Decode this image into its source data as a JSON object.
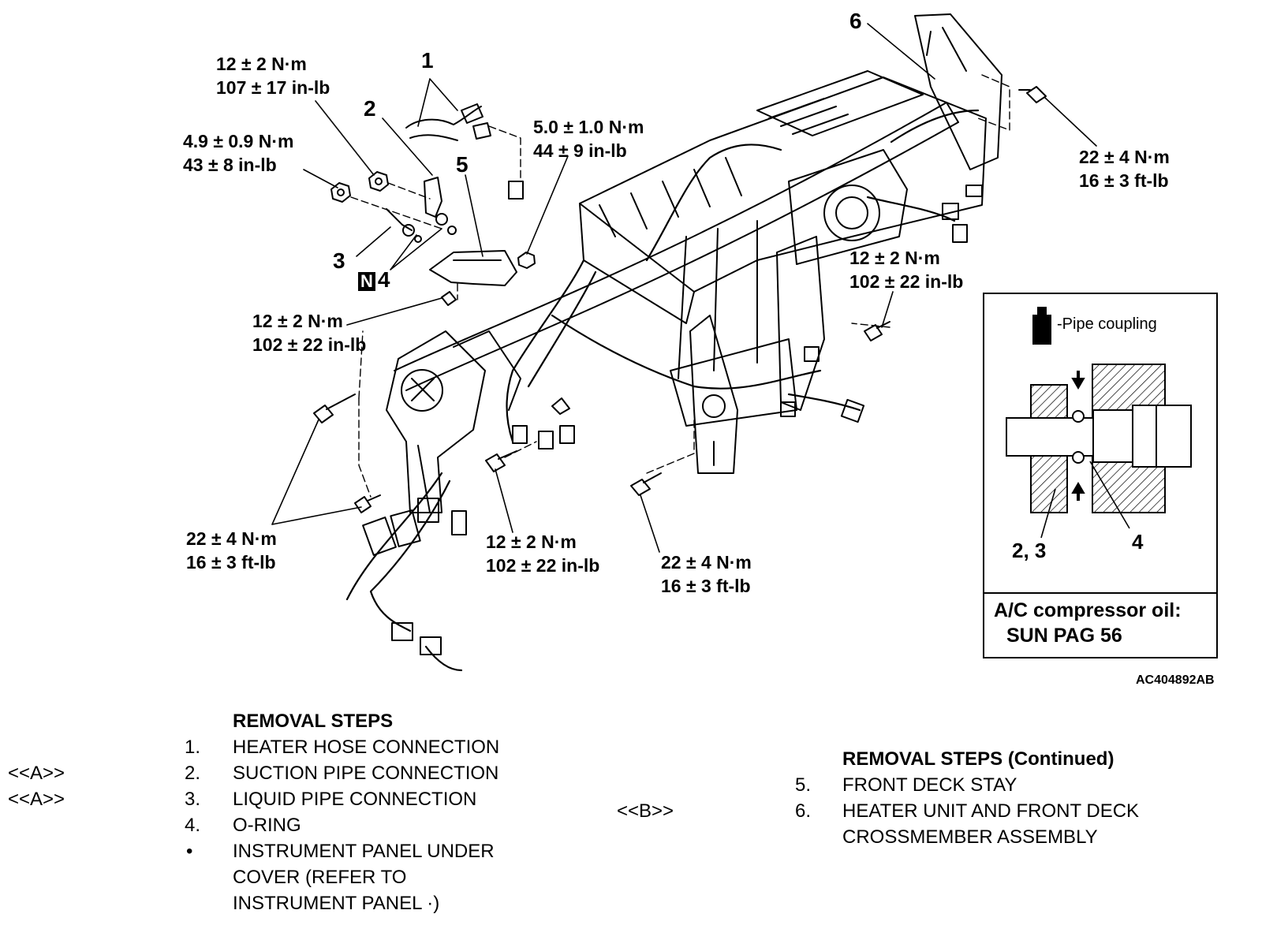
{
  "figure_id": "AC404892AB",
  "callouts": [
    "1",
    "2",
    "3",
    "4",
    "5",
    "6"
  ],
  "new_part_mark": "N",
  "torque": {
    "t1": [
      "12 ± 2 N·m",
      "107 ± 17 in-lb"
    ],
    "t2": [
      "4.9 ± 0.9 N·m",
      "43 ± 8 in-lb"
    ],
    "t3": [
      "5.0 ± 1.0 N·m",
      "44 ± 9 in-lb"
    ],
    "t4": [
      "12 ± 2 N·m",
      "102 ± 22 in-lb"
    ],
    "t5": [
      "22 ± 4 N·m",
      "16 ± 3 ft-lb"
    ],
    "t6": [
      "12 ± 2 N·m",
      "102 ± 22 in-lb"
    ],
    "t7": [
      "22 ± 4 N·m",
      "16 ± 3 ft-lb"
    ],
    "t8": [
      "12 ± 2 N·m",
      "102 ± 22 in-lb"
    ],
    "t9": [
      "22 ± 4 N·m",
      "16 ± 3 ft-lb"
    ]
  },
  "inset": {
    "legend": "-Pipe coupling",
    "label_left": "2, 3",
    "label_right": "4",
    "oil_line1": "A/C compressor oil:",
    "oil_line2": "SUN PAG 56"
  },
  "steps_left": {
    "heading": "REMOVAL STEPS",
    "items": [
      {
        "ref": "",
        "num": "1.",
        "text": "HEATER HOSE CONNECTION"
      },
      {
        "ref": "<<A>>",
        "num": "2.",
        "text": "SUCTION PIPE CONNECTION"
      },
      {
        "ref": "<<A>>",
        "num": "3.",
        "text": "LIQUID PIPE CONNECTION"
      },
      {
        "ref": "",
        "num": "4.",
        "text": "O-RING"
      },
      {
        "ref": "",
        "num": "•",
        "text": "INSTRUMENT PANEL UNDER"
      },
      {
        "ref": "",
        "num": "",
        "text": "COVER (REFER TO"
      },
      {
        "ref": "",
        "num": "",
        "text": "INSTRUMENT PANEL ·)"
      }
    ]
  },
  "steps_right": {
    "heading": "REMOVAL STEPS (Continued)",
    "items": [
      {
        "ref": "",
        "num": "5.",
        "text": "FRONT DECK STAY"
      },
      {
        "ref": "<<B>>",
        "num": "6.",
        "text": "HEATER UNIT AND FRONT DECK"
      },
      {
        "ref": "",
        "num": "",
        "text": "CROSSMEMBER ASSEMBLY"
      }
    ]
  }
}
